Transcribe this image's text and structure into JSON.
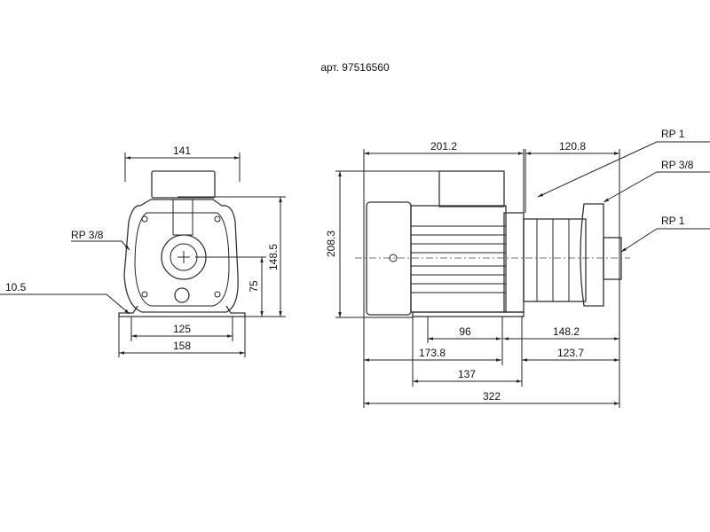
{
  "title": "арт. 97516560",
  "front_view": {
    "width_top": "141",
    "height_total": "148.5",
    "axis_height": "75",
    "foot_spacing": "125",
    "foot_width": "158",
    "foot_thickness": "10.5",
    "port_label": "RP 3/8"
  },
  "side_view": {
    "height": "208.3",
    "motor_length": "201.2",
    "pump_length": "120.8",
    "base_96": "96",
    "base_148": "148.2",
    "len_173": "173.8",
    "len_123": "123.7",
    "base_137": "137",
    "total_length": "322",
    "port_top": "RP 1",
    "port_drain": "RP 3/8",
    "port_outlet": "RP 1"
  }
}
